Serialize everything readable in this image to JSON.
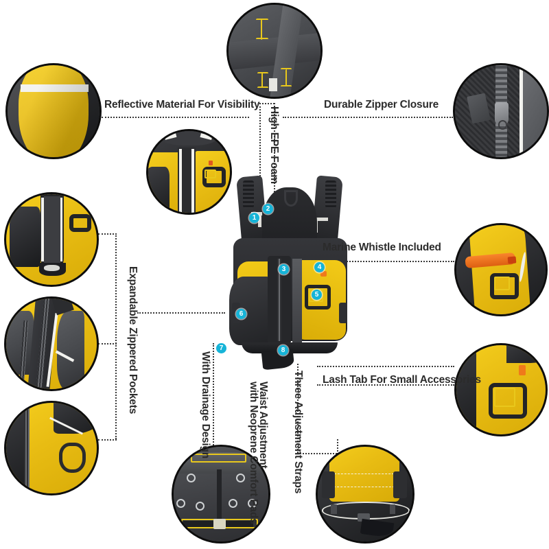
{
  "product": {
    "name": "Life Jacket Buoyancy Aid Vest",
    "body_color": "#e8bc13",
    "trim_color": "#26272a",
    "accent_color": "#16b4d8"
  },
  "labels": [
    {
      "id": "reflective",
      "text": "Reflective Material For Visibility",
      "orientation": "horizontal"
    },
    {
      "id": "zipper",
      "text": "Durable Zipper Closure",
      "orientation": "horizontal"
    },
    {
      "id": "foam",
      "text": "High EPE Foam",
      "orientation": "vertical"
    },
    {
      "id": "whistle",
      "text": "Marine Whistle Included",
      "orientation": "horizontal"
    },
    {
      "id": "pockets",
      "text": "Expandable Zippered Pockets",
      "orientation": "vertical"
    },
    {
      "id": "lashtab",
      "text": "Lash Tab For Small Accessories",
      "orientation": "horizontal"
    },
    {
      "id": "drainage",
      "text": "With Drainage Design",
      "orientation": "vertical"
    },
    {
      "id": "straps",
      "text": "Three Adjustment Straps",
      "orientation": "vertical"
    },
    {
      "id": "waist_l1",
      "text": "Waist Adjustment",
      "orientation": "vertical"
    },
    {
      "id": "waist_l2",
      "text": "with Neoprene Comfort Pads",
      "orientation": "vertical"
    }
  ],
  "callouts": [
    {
      "number": "1",
      "feature": "shoulder-strap-adjuster"
    },
    {
      "number": "2",
      "feature": "grab-handle"
    },
    {
      "number": "3",
      "feature": "front-zipper"
    },
    {
      "number": "4",
      "feature": "marine-whistle"
    },
    {
      "number": "5",
      "feature": "lash-tab"
    },
    {
      "number": "6",
      "feature": "expandable-pocket"
    },
    {
      "number": "7",
      "feature": "drainage-hole"
    },
    {
      "number": "8",
      "feature": "waist-strap"
    }
  ],
  "detail_photos": [
    {
      "id": "photo-reflective",
      "caption_ref": "reflective",
      "subject": "reflective-strip-on-yellow-panel"
    },
    {
      "id": "photo-foam",
      "caption_ref": "foam",
      "subject": "epe-foam-interior-panel"
    },
    {
      "id": "photo-zipper",
      "caption_ref": "zipper",
      "subject": "zipper-pull-closeup"
    },
    {
      "id": "photo-frontzip",
      "caption_ref": "zipper",
      "subject": "vest-front-zipper-and-lash-tab"
    },
    {
      "id": "photo-pocket-1",
      "caption_ref": "pockets",
      "subject": "open-front-zippered-pocket"
    },
    {
      "id": "photo-pocket-2",
      "caption_ref": "pockets",
      "subject": "side-pocket-zipper-detail"
    },
    {
      "id": "photo-pocket-3",
      "caption_ref": "pockets",
      "subject": "lower-pocket-with-d-ring"
    },
    {
      "id": "photo-whistle",
      "caption_ref": "whistle",
      "subject": "orange-marine-whistle"
    },
    {
      "id": "photo-lashtab",
      "caption_ref": "lashtab",
      "subject": "lash-tab-square-patch"
    },
    {
      "id": "photo-drainage",
      "caption_ref": "drainage",
      "subject": "drainage-holes-back-panel"
    },
    {
      "id": "photo-waist",
      "caption_ref": "waist_l1",
      "subject": "waist-belt-with-neoprene-pads"
    }
  ]
}
